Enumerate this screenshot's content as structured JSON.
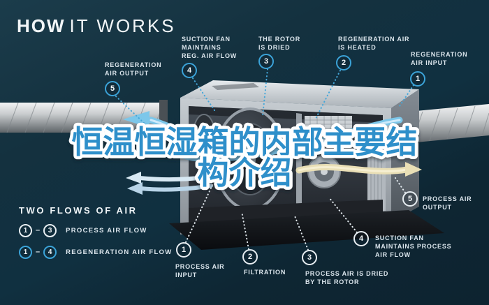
{
  "header": {
    "title_bold": "HOW",
    "title_light": "IT WORKS"
  },
  "overlay_title": {
    "text": "恒温恒湿箱的内部主要结构介绍",
    "line1": "恒温恒湿箱的内部主要结",
    "line2": "构介绍",
    "color": "#2e8fca"
  },
  "regeneration_callouts": [
    {
      "num": "1",
      "label": "REGENERATION\nAIR INPUT"
    },
    {
      "num": "2",
      "label": "REGENERATION AIR\nIS HEATED"
    },
    {
      "num": "3",
      "label": "THE ROTOR\nIS DRIED"
    },
    {
      "num": "4",
      "label": "SUCTION FAN\nMAINTAINS\nREG. AIR FLOW"
    },
    {
      "num": "5",
      "label": "REGENERATION\nAIR OUTPUT"
    }
  ],
  "process_callouts": [
    {
      "num": "1",
      "label": "PROCESS AIR\nINPUT"
    },
    {
      "num": "2",
      "label": "FILTRATION"
    },
    {
      "num": "3",
      "label": "PROCESS AIR IS DRIED\nBY THE ROTOR"
    },
    {
      "num": "4",
      "label": "SUCTION FAN\nMAINTAINS PROCESS\nAIR FLOW"
    },
    {
      "num": "5",
      "label": "PROCESS AIR\nOUTPUT"
    }
  ],
  "legend": {
    "title": "TWO FLOWS OF AIR",
    "rows": [
      {
        "from": "1",
        "to": "3",
        "dash": "–",
        "label": "PROCESS AIR FLOW",
        "circle_style": "white"
      },
      {
        "from": "1",
        "to": "4",
        "dash": "–",
        "label": "REGENERATION AIR FLOW",
        "circle_style": "blue"
      }
    ]
  },
  "colors": {
    "background_top": "#1b3c4b",
    "background_bottom": "#0d2330",
    "badge_blue": "#3ba3d8",
    "badge_white": "#e8eef2",
    "regen_flow_blue": "#7cc7ea",
    "process_flow_cream": "#e9dfb6",
    "overlay_title_blue": "#2e8fca",
    "label_text": "#dbe5ec"
  }
}
